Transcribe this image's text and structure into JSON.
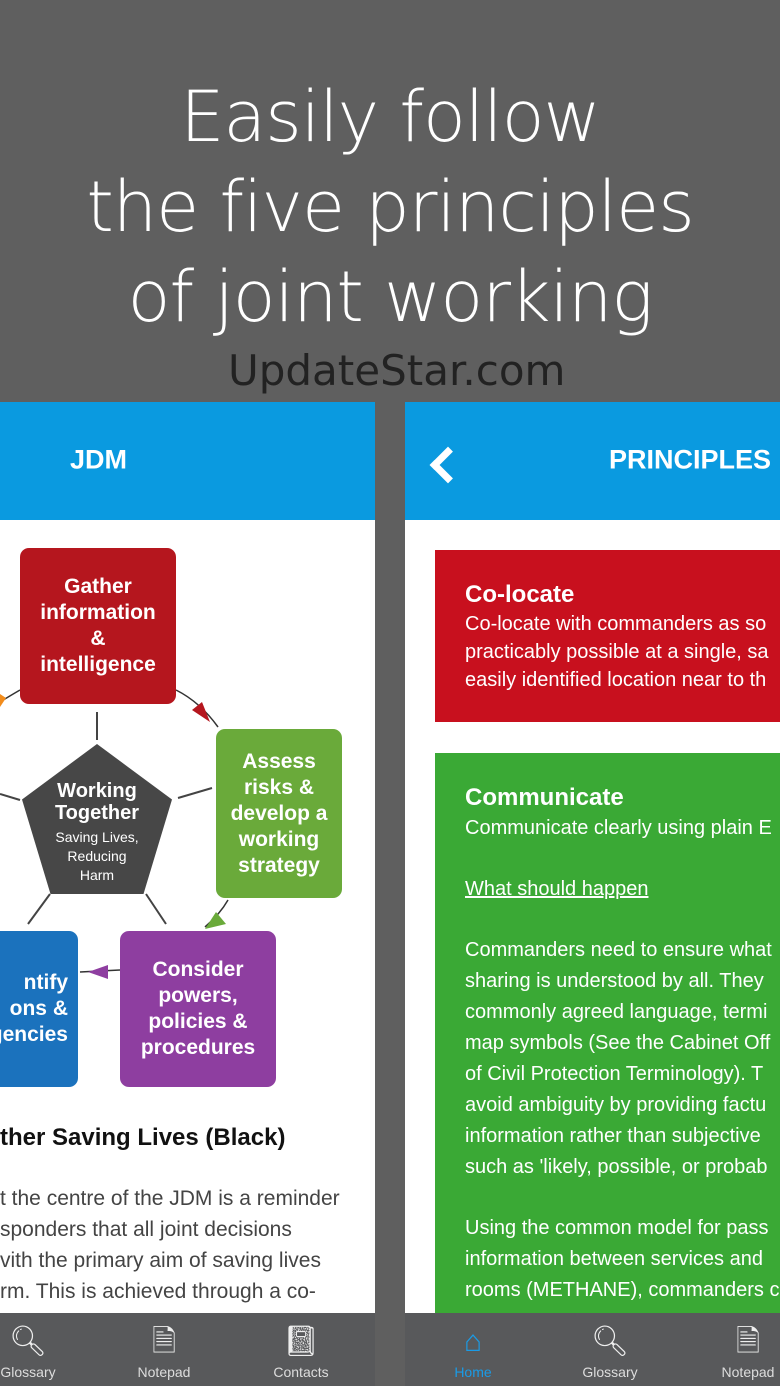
{
  "headline": [
    "Easily follow",
    "the five principles",
    "of joint working"
  ],
  "left": {
    "title": "JDM",
    "diagram": {
      "gather": [
        "Gather",
        "information",
        "&",
        "intelligence"
      ],
      "assess": [
        "Assess",
        "risks &",
        "develop a",
        "working",
        "strategy"
      ],
      "consider": [
        "Consider",
        "powers,",
        "policies &",
        "procedures"
      ],
      "identify": [
        "ntify",
        "ons &",
        "gencies"
      ],
      "center_title": [
        "Working",
        "Together"
      ],
      "center_sub": [
        "Saving Lives,",
        "Reducing",
        "Harm"
      ]
    },
    "heading": "ther Saving Lives (Black)",
    "body": [
      "t the centre of the JDM is a reminder",
      "sponders that all joint decisions",
      "vith the primary aim of saving lives",
      "rm. This is achieved through a co-"
    ],
    "nav": [
      {
        "label": "Glossary",
        "icon": "search-icon"
      },
      {
        "label": "Notepad",
        "icon": "notepad-icon"
      },
      {
        "label": "Contacts",
        "icon": "contacts-icon"
      }
    ]
  },
  "right": {
    "title": "PRINCIPLES",
    "colocate": {
      "title": "Co-locate",
      "lines": [
        "Co-locate with commanders as so",
        "practicably possible at a single, sa",
        "easily identified location near to th"
      ]
    },
    "communicate": {
      "title": "Communicate",
      "lines": [
        "Communicate clearly using plain E"
      ],
      "link": "What should happen",
      "para1": [
        "Commanders need to ensure what",
        "sharing is understood by all. They",
        "commonly agreed language, termi",
        "map symbols (See the Cabinet Off",
        "of Civil Protection Terminology). T",
        "avoid ambiguity by providing factu",
        "information rather than subjective",
        "such as 'likely, possible, or probab"
      ],
      "para2": [
        "Using the common model for pass",
        "information between services and",
        "rooms (METHANE), commanders c"
      ]
    },
    "nav": [
      {
        "label": "Home",
        "icon": "home-icon"
      },
      {
        "label": "Glossary",
        "icon": "search-icon"
      },
      {
        "label": "Notepad",
        "icon": "notepad-icon"
      }
    ]
  },
  "watermark": "UpdateStar.com",
  "colors": {
    "background": "#5f5f5f",
    "appbar": "#0a9ae0",
    "red": "#c8101e",
    "green": "#3aa935",
    "nav": "#58595b",
    "active": "#1a9be6"
  }
}
